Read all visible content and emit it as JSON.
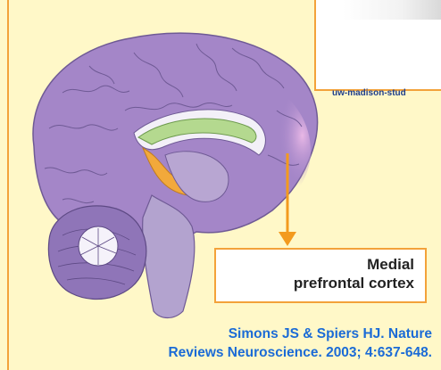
{
  "source_credit": "uw-madison-stud",
  "label": {
    "line1": "Medial",
    "line2": "prefrontal cortex"
  },
  "citation": {
    "line1": "Simons JS & Spiers HJ. Nature",
    "line2": "Reviews Neuroscience. 2003; 4:637-648."
  },
  "colors": {
    "panel_bg": "#fff8c8",
    "border": "#f3a23a",
    "brain_lobe": "#a486c8",
    "prefrontal_highlight": "#e3b0e0",
    "corpus_callosum": "#b4d98f",
    "fornix": "#f2a93b",
    "arrow": "#f39a1e",
    "citation_text": "#1b6bd6"
  }
}
